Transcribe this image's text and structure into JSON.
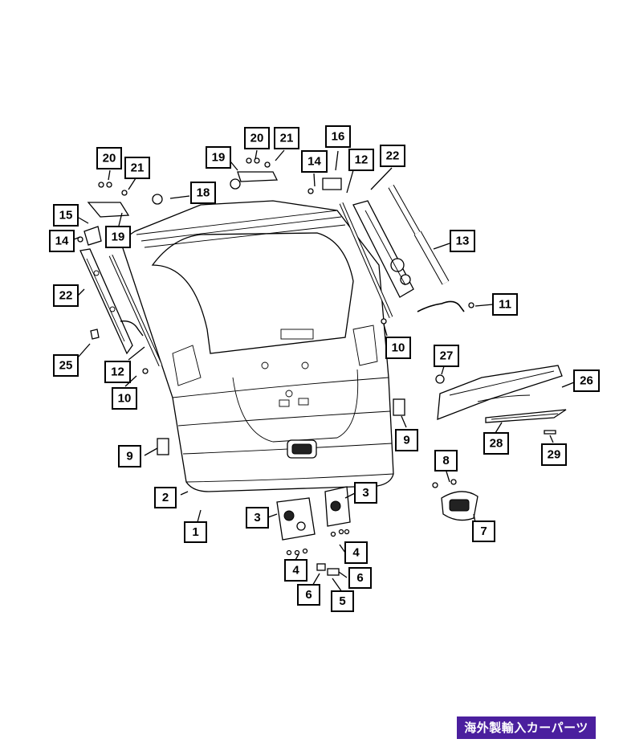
{
  "callouts": [
    "1",
    "2",
    "3",
    "3",
    "4",
    "4",
    "5",
    "6",
    "6",
    "7",
    "8",
    "9",
    "9",
    "10",
    "10",
    "11",
    "12",
    "12",
    "13",
    "14",
    "14",
    "15",
    "16",
    "18",
    "19",
    "19",
    "20",
    "20",
    "21",
    "21",
    "22",
    "22",
    "25",
    "26",
    "27",
    "28",
    "29"
  ],
  "watermark": {
    "text": "海外製輸入カーパーツ",
    "background": "#4b1f9e",
    "color": "#ffffff"
  }
}
